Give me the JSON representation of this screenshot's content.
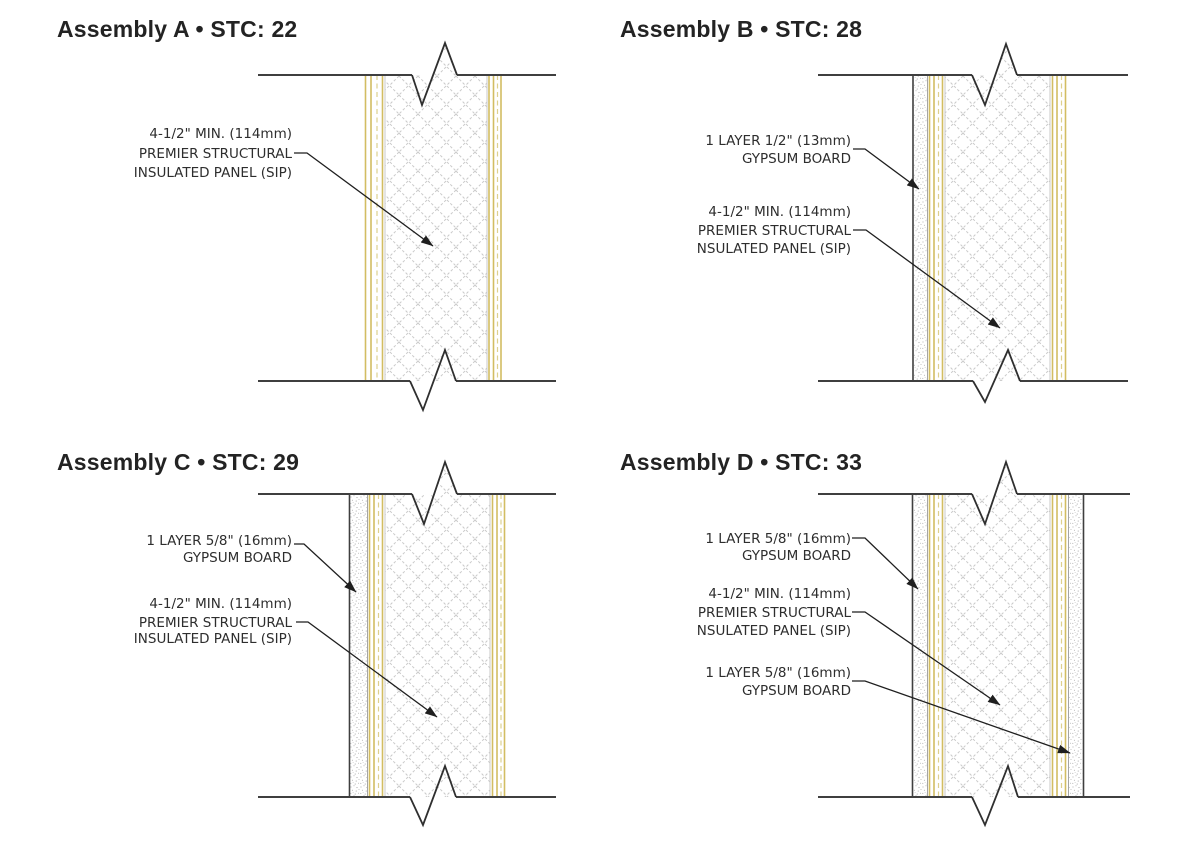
{
  "page": {
    "background": "#ffffff"
  },
  "colors": {
    "line": "#3f3f3f",
    "brk": "#2f2f2f",
    "osb": "#d2bd62",
    "osb_dash": "#ddd08e",
    "hatch": "#c9c9c9",
    "stipple": "#a3a3a3",
    "inner_edge": "#8f8f8f",
    "text": "#2e2e2e",
    "title": "#232323",
    "leader": "#1f1f1f",
    "background": "#ffffff"
  },
  "assemblies": [
    {
      "id": "A",
      "title": "Assembly A • STC: 22",
      "stc": 22,
      "labels": {
        "sip": [
          "4-1/2\" MIN. (114mm)",
          "PREMIER STRUCTURAL",
          "INSULATED PANEL (SIP)"
        ]
      }
    },
    {
      "id": "B",
      "title": "Assembly B • STC: 28",
      "stc": 28,
      "labels": {
        "gypsum_left": [
          "1 LAYER 1/2\" (13mm)",
          "GYPSUM BOARD"
        ],
        "sip": [
          "4-1/2\" MIN. (114mm)",
          "PREMIER STRUCTURAL",
          "NSULATED PANEL (SIP)"
        ]
      }
    },
    {
      "id": "C",
      "title": "Assembly C • STC: 29",
      "stc": 29,
      "labels": {
        "gypsum_left": [
          "1 LAYER 5/8\" (16mm)",
          "GYPSUM BOARD"
        ],
        "sip": [
          "4-1/2\" MIN. (114mm)",
          "PREMIER STRUCTURAL",
          "INSULATED PANEL (SIP)"
        ]
      }
    },
    {
      "id": "D",
      "title": "Assembly D • STC: 33",
      "stc": 33,
      "labels": {
        "gypsum_left": [
          "1 LAYER 5/8\" (16mm)",
          "GYPSUM BOARD"
        ],
        "sip": [
          "4-1/2\" MIN. (114mm)",
          "PREMIER STRUCTURAL",
          "NSULATED PANEL (SIP)"
        ],
        "gypsum_right": [
          "1 LAYER 5/8\" (16mm)",
          "GYPSUM BOARD"
        ]
      }
    }
  ]
}
